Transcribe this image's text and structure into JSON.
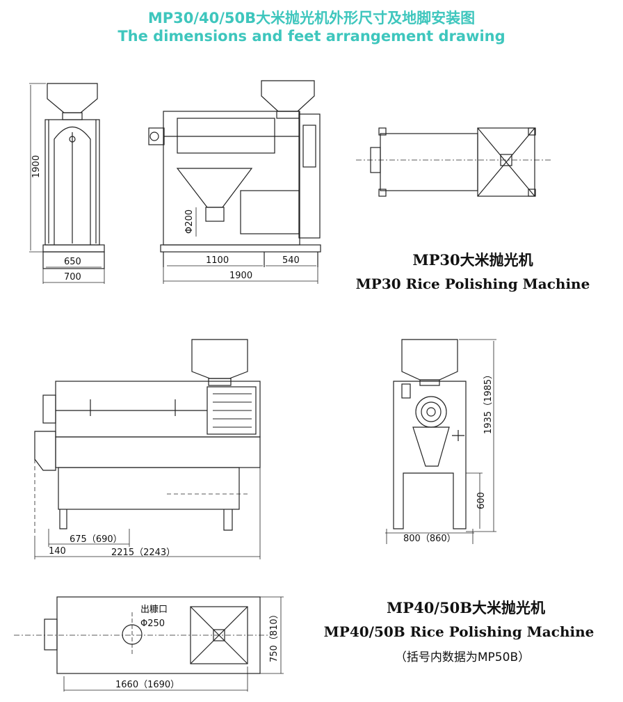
{
  "header": {
    "title_cn": "MP30/40/50B大米抛光机外形尺寸及地脚安装图",
    "title_en": "The dimensions and feet arrangement drawing"
  },
  "mp30": {
    "caption_cn": "MP30大米抛光机",
    "caption_en": "MP30 Rice Polishing Machine",
    "dims": {
      "height": "1900",
      "base_inner": "650",
      "base_outer": "700",
      "side_len": "1100",
      "side_motor": "540",
      "side_total": "1900",
      "outlet_dia": "Φ200"
    }
  },
  "mp4050": {
    "caption_cn": "MP40/50B大米抛光机",
    "caption_en": "MP40/50B Rice Polishing Machine",
    "caption_note": "（括号内数据为MP50B）",
    "dims": {
      "feet_span": "675（690）",
      "offset": "140",
      "length_total": "2215（2243）",
      "height_total": "1935（1985）",
      "height_low": "600",
      "width_front": "800（860）",
      "plan_width": "750（810）",
      "plan_length": "1660（1690）",
      "outlet_label": "出糠口",
      "outlet_dia": "Φ250"
    }
  }
}
